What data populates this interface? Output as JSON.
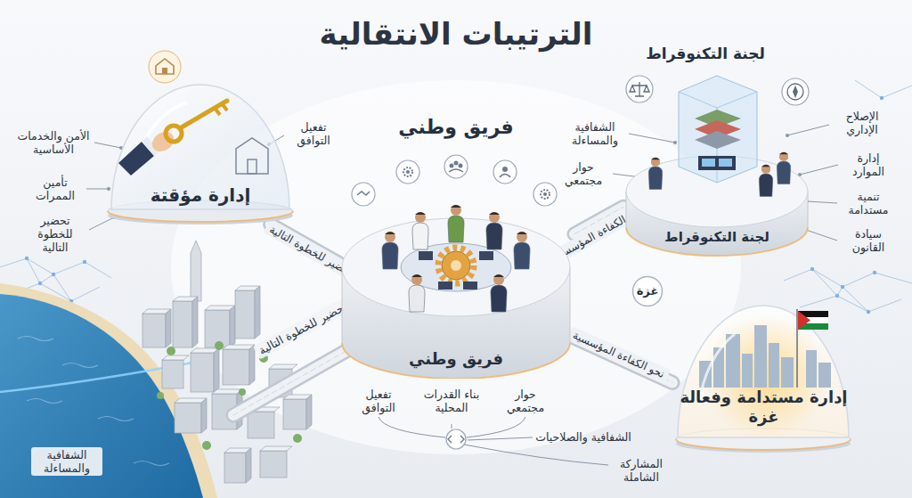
{
  "diagram": {
    "title": "الترتيبات الانتقالية",
    "nodes": [
      {
        "text": [
          "إدارة مؤقتة"
        ]
      },
      {
        "text": [
          "فريق وطني",
          "فريق وطني"
        ]
      },
      {
        "text": [
          "لجنة التكنوقراط",
          "لجنة التكنوقراط"
        ]
      },
      {
        "text": [
          "غزة"
        ]
      },
      {
        "text": [
          "إدارة مستدامة وفعالة غزة"
        ]
      }
    ],
    "edges": [
      {
        "from": 0,
        "to": 1,
        "arrow": "none",
        "label": "تحضير للخطوة التالية"
      },
      {
        "from": 1,
        "to": 2,
        "arrow": "none",
        "label": "نحو الكفاءة المؤسسية"
      },
      {
        "from": 1,
        "to": 4,
        "arrow": "none",
        "label": "نحو الكفاءة المؤسسية"
      }
    ],
    "labels": [
      "الأمن والخدمات الأساسية",
      "تأمين الممرات",
      "تحضير للخطوة التالية",
      "تفعيل التوافق",
      "الشفافية والمساءلة",
      "حوار مجتمعي",
      "الإصلاح الإداري",
      "إدارة الموارد",
      "تنمية مستدامة",
      "سيادة القانون",
      "تحضير للخطوة التالية",
      "تفعيل التوافق",
      "بناء القدرات المحلية",
      "حوار مجتمعي",
      "الشفافية والصلاحيات",
      "المشاركة الشاملة",
      "الشفافية والمساءلة"
    ]
  }
}
